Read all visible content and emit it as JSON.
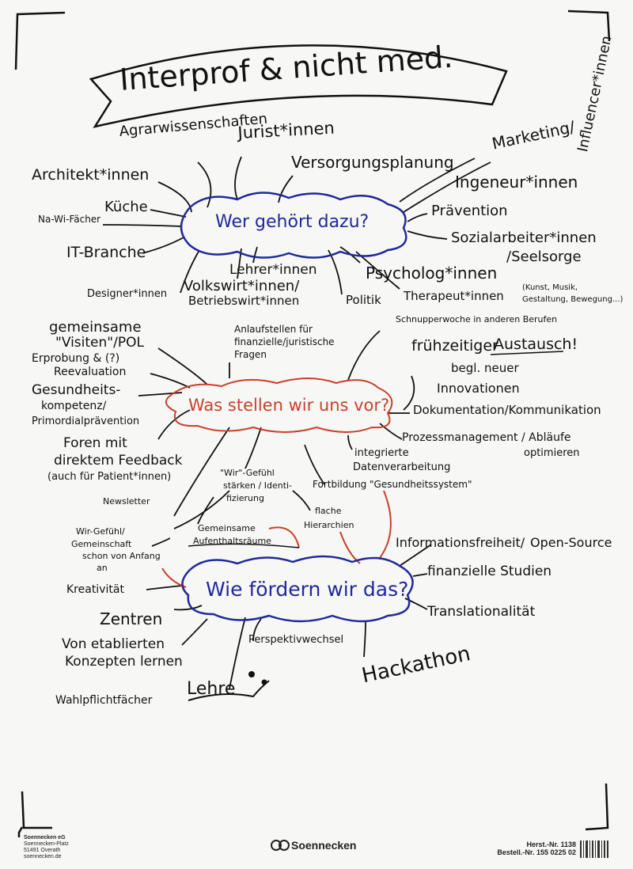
{
  "title": "Interprof & nicht med.",
  "colors": {
    "ink": "#111111",
    "blue": "#1f2a9c",
    "red": "#c8412c",
    "paper": "#f7f7f5"
  },
  "hubs": {
    "who": "Wer gehört dazu?",
    "what": "Was stellen wir uns vor?",
    "how": "Wie fördern wir das?"
  },
  "who_items": {
    "agrar": "Agrarwissenschaften",
    "jurist": "Jurist*innen",
    "architekt": "Architekt*innen",
    "versorgung": "Versorgungsplanung",
    "marketing": "Marketing/",
    "influencer": "Influencer*innen",
    "kueche": "Küche",
    "naturwiss": "Na-Wi-Fächer",
    "ingeneur": "Ingeneur*innen",
    "praevention": "Prävention",
    "it": "IT-Branche",
    "sozial1": "Sozialarbeiter*innen",
    "sozial2": "/Seelsorge",
    "lehrer": "Lehrer*innen",
    "psycholog": "Psycholog*innen",
    "designer": "Designer*innen",
    "volkswirt1": "Volkswirt*innen/",
    "volkswirt2": "Betriebswirt*innen",
    "politik": "Politik",
    "therapeut": "Therapeut*innen",
    "kunst1": "(Kunst, Musik,",
    "kunst2": "Gestaltung, Bewegung...)"
  },
  "what_items": {
    "visiten1": "gemeinsame",
    "visiten2": "\"Visiten\"/POL",
    "erprobung1": "Erprobung & (?)",
    "erprobung2": "Reevaluation",
    "gesund1": "Gesundheits-",
    "gesund2": "kompetenz/",
    "gesund3": "Primordialprävention",
    "foren1": "Foren mit",
    "foren2": "direktem Feedback",
    "foren3": "(auch für Patient*innen)",
    "anlauf1": "Anlaufstellen für",
    "anlauf2": "finanzielle/juristische",
    "anlauf3": "Fragen",
    "schnupper": "Schnupperwoche in anderen Berufen",
    "frueh1": "frühzeitiger",
    "frueh2": "Austausch!",
    "begl": "begl. neuer",
    "innov": "Innovationen",
    "doku": "Dokumentation/Kommunikation",
    "prozess1": "Prozessmanagement / Abläufe",
    "prozess2": "optimieren",
    "integ1": "integrierte",
    "integ2": "Datenverarbeitung",
    "fortbildung": "Fortbildung \"Gesundheitssystem\"",
    "wir1": "\"Wir\"-Gefühl",
    "wir2": "stärken / Identi-",
    "wir3": "fizierung",
    "newsletter": "Newsletter"
  },
  "how_items": {
    "gefuehl1": "Wir-Gefühl/",
    "gefuehl2": "Gemeinschaft",
    "gefuehl3": "schon von Anfang",
    "gefuehl4": "an",
    "raeume1": "Gemeinsame",
    "raeume2": "Aufenthaltsräume",
    "hier1": "flache",
    "hier2": "Hierarchien",
    "info1": "Informationsfreiheit/",
    "info2": "Open-Source",
    "fin": "finanzielle Studien",
    "kreat": "Kreativität",
    "transl": "Translationalität",
    "zentren": "Zentren",
    "etab1": "Von etablierten",
    "etab2": "Konzepten lernen",
    "persp": "Perspektivwechsel",
    "hack": "Hackathon",
    "wahl": "Wahlpflichtfächer",
    "lehre": "Lehre"
  },
  "footer": {
    "company": "Soennecken eG",
    "street": "Soennecken-Platz",
    "city": "51491 Overath",
    "web": "soennecken.de",
    "logo": "Soennecken",
    "herst": "Herst.-Nr. 1138",
    "bestell": "Bestell.-Nr. 155 0225 02"
  }
}
